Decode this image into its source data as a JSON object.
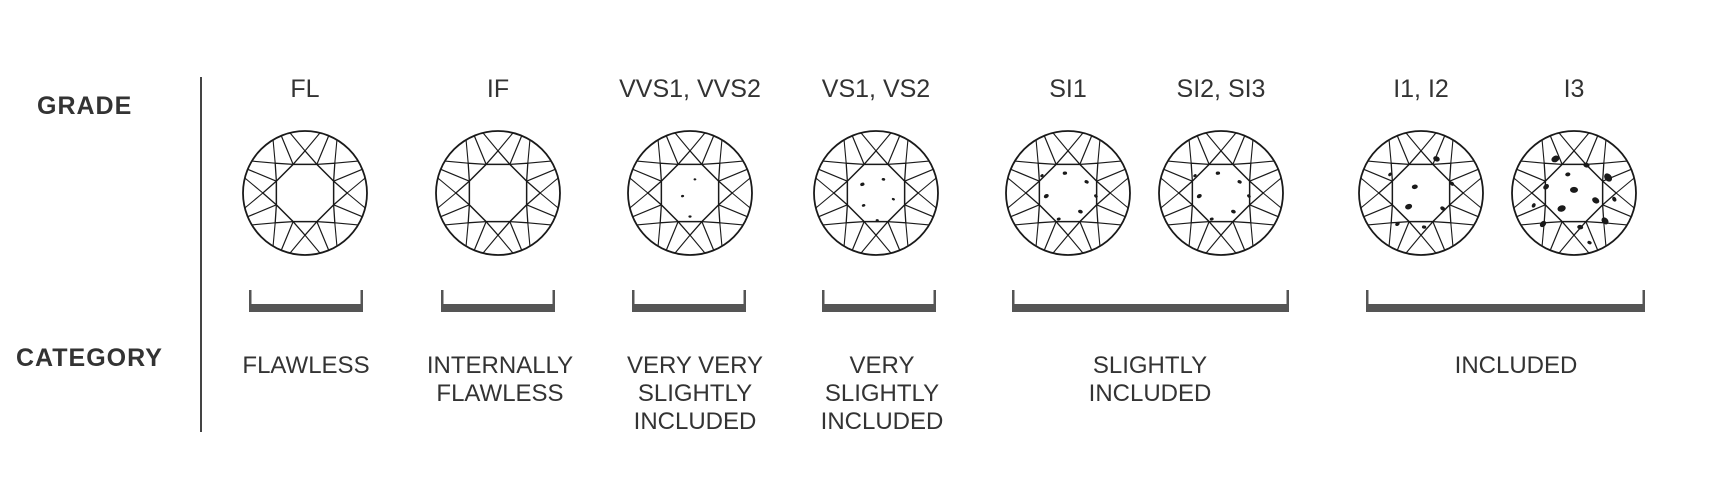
{
  "labels": {
    "grade": "GRADE",
    "category": "CATEGORY"
  },
  "grades": [
    {
      "text": "FL",
      "inclusions": "none"
    },
    {
      "text": "IF",
      "inclusions": "none"
    },
    {
      "text": "VVS1, VVS2",
      "inclusions": "minute"
    },
    {
      "text": "VS1, VS2",
      "inclusions": "minor"
    },
    {
      "text": "SI1",
      "inclusions": "noticeable"
    },
    {
      "text": "SI2, SI3",
      "inclusions": "noticeable"
    },
    {
      "text": "I1, I2",
      "inclusions": "obvious"
    },
    {
      "text": "I3",
      "inclusions": "heavy"
    }
  ],
  "categories": [
    {
      "lines": [
        "FLAWLESS"
      ],
      "grades": [
        "FL"
      ]
    },
    {
      "lines": [
        "INTERNALLY",
        "FLAWLESS"
      ],
      "grades": [
        "IF"
      ]
    },
    {
      "lines": [
        "VERY VERY",
        "SLIGHTLY",
        "INCLUDED"
      ],
      "grades": [
        "VVS1, VVS2"
      ]
    },
    {
      "lines": [
        "VERY",
        "SLIGHTLY",
        "INCLUDED"
      ],
      "grades": [
        "VS1, VS2"
      ]
    },
    {
      "lines": [
        "SLIGHTLY",
        "INCLUDED"
      ],
      "grades": [
        "SI1",
        "SI2, SI3"
      ]
    },
    {
      "lines": [
        "INCLUDED"
      ],
      "grades": [
        "I1, I2",
        "I3"
      ]
    }
  ],
  "colors": {
    "stroke": "#1a1a1a",
    "bracket": "#555555",
    "text": "#333333",
    "divider": "#444444"
  }
}
